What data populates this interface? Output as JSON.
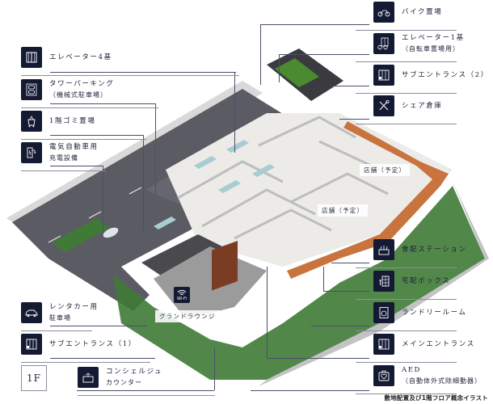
{
  "floor": "1F",
  "caption": "敷地配置及び1階フロア概念イラスト",
  "map_labels": {
    "store_1": "店舗（予定）",
    "store_2": "店舗（予定）",
    "grand_lounge": "グランドラウンジ",
    "wifi": "Wi-Fi"
  },
  "legend_left": [
    {
      "icon": "elevator-icon",
      "label": "エレベーター4基",
      "sub": ""
    },
    {
      "icon": "tower-parking-icon",
      "label": "タワーパーキング",
      "sub": "（機械式駐車場）"
    },
    {
      "icon": "trash-icon",
      "label": "1階ゴミ置場",
      "sub": ""
    },
    {
      "icon": "ev-charger-icon",
      "label": "電気自動車用",
      "sub": "充電設備"
    },
    {
      "icon": "car-icon",
      "label": "レンタカー用",
      "sub": "駐車場"
    },
    {
      "icon": "sub-entrance-icon",
      "label": "サブエントランス（1）",
      "sub": ""
    },
    {
      "icon": "concierge-icon",
      "label": "コンシェルジュ",
      "sub": "カウンター"
    }
  ],
  "legend_right": [
    {
      "icon": "motorcycle-icon",
      "label": "バイク置場",
      "sub": ""
    },
    {
      "icon": "bicycle-elevator-icon",
      "label": "エレベーター1基",
      "sub": "（自転車置場用）"
    },
    {
      "icon": "sub-entrance-icon",
      "label": "サブエントランス（2）",
      "sub": ""
    },
    {
      "icon": "tools-icon",
      "label": "シェア倉庫",
      "sub": ""
    },
    {
      "icon": "food-delivery-icon",
      "label": "食配ステーション",
      "sub": ""
    },
    {
      "icon": "delivery-box-icon",
      "label": "宅配ボックス",
      "sub": ""
    },
    {
      "icon": "laundry-icon",
      "label": "ランドリールーム",
      "sub": ""
    },
    {
      "icon": "main-entrance-icon",
      "label": "メインエントランス",
      "sub": ""
    },
    {
      "icon": "aed-icon",
      "label": "AED",
      "sub": "（自動体外式除細動器）"
    }
  ],
  "colors": {
    "icon_bg": "#141a33",
    "road": "#55565d",
    "paving": "#c9733e",
    "greenery": "#3f7a36",
    "building": "#e8e8e6"
  }
}
